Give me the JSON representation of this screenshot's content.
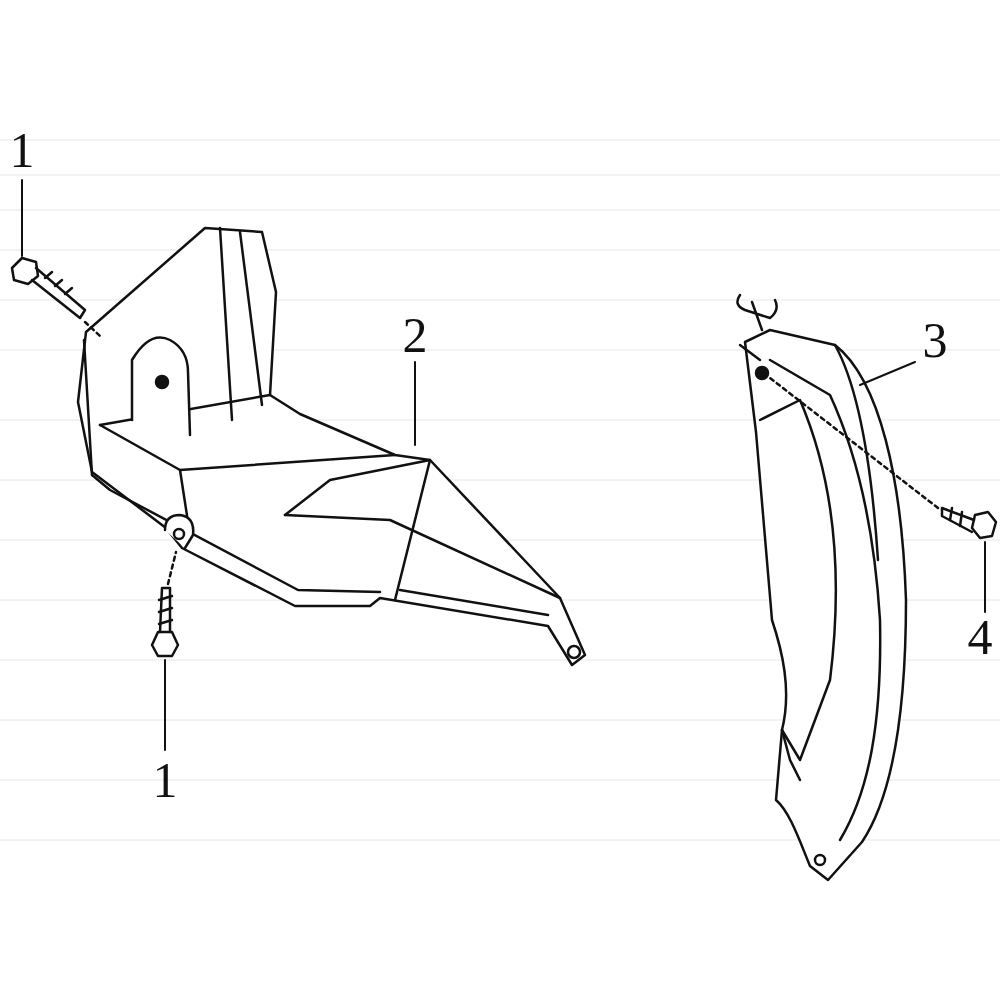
{
  "diagram": {
    "labels": [
      "1",
      "2",
      "3",
      "4",
      "1"
    ]
  }
}
